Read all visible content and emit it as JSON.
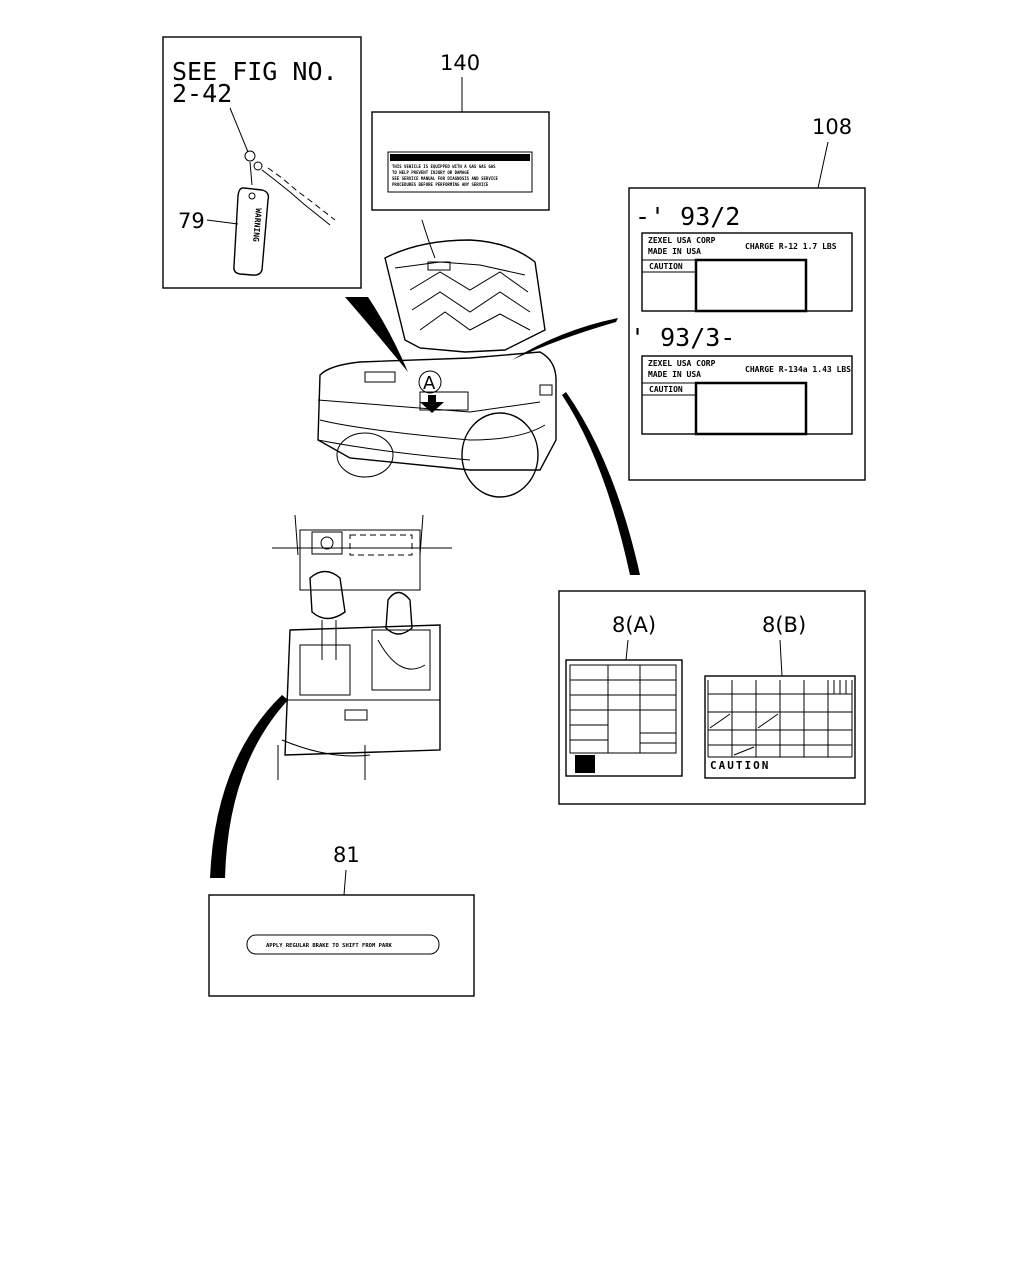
{
  "callouts": {
    "see_fig_line1": "SEE FIG NO.",
    "see_fig_line2": "2-42",
    "part_79": "79",
    "part_140": "140",
    "part_108": "108",
    "part_81": "81",
    "part_8a": "8(A)",
    "part_8b": "8(B)",
    "view_a": "A"
  },
  "tag": {
    "text": "WARNING"
  },
  "label_140": {
    "title": "(warning label text)",
    "lines": [
      "THIS VEHICLE IS EQUIPPED WITH A GAS GAS GAS",
      "TO HELP PREVENT INJURY OR DAMAGE",
      "SEE SERVICE MANUAL FOR DIAGNOSIS AND SERVICE",
      "PROCEDURES BEFORE PERFORMING ANY SERVICE"
    ]
  },
  "label_108": {
    "variant1_range": "-' 93/2",
    "variant2_range": "' 93/3-",
    "maker_line1": "ZEXEL USA CORP",
    "maker_line2": "MADE IN USA",
    "charge_r12": "CHARGE R-12 1.7 LBS",
    "charge_r134a": "CHARGE R-134a 1.43 LBS",
    "caution": "CAUTION"
  },
  "label_8b": {
    "caution": "CAUTION"
  },
  "label_81": {
    "text": "APPLY REGULAR BRAKE TO SHIFT FROM PARK"
  }
}
